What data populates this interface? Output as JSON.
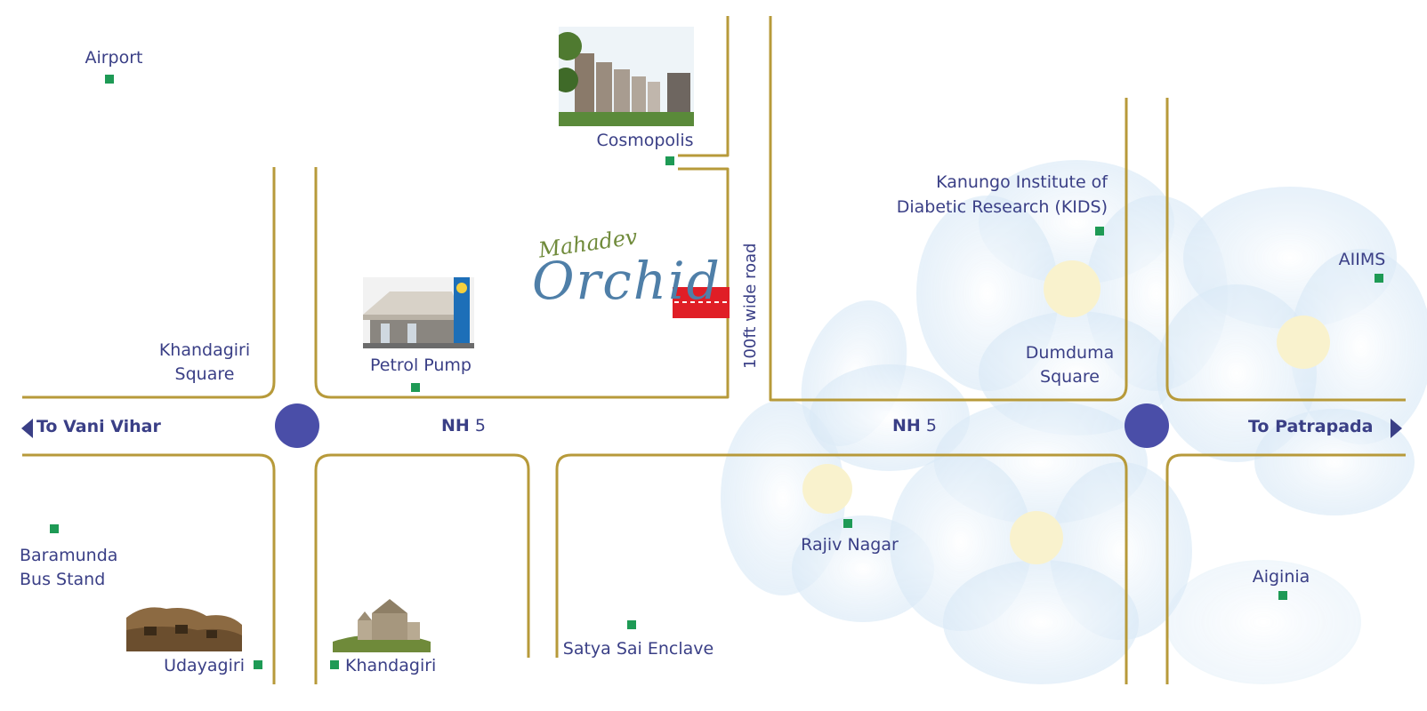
{
  "colors": {
    "road": "#b79a3a",
    "roundabout": "#4a4ea8",
    "marker": "#1e9a55",
    "label": "#3a3f86",
    "project_site": "#e01e26"
  },
  "highway": {
    "prefix": "NH",
    "number": "5"
  },
  "directions": {
    "west": "To Vani Vihar",
    "east": "To Patrapada"
  },
  "road_100ft": "100ft wide road",
  "logo": {
    "top": "Mahadev",
    "main": "Orchid"
  },
  "places": {
    "airport": "Airport",
    "cosmopolis": "Cosmopolis",
    "kids_line1": "Kanungo Institute of",
    "kids_line2": "Diabetic Research (KIDS)",
    "aiims": "AIIMS",
    "khandagiri_sq_line1": "Khandagiri",
    "khandagiri_sq_line2": "Square",
    "petrol_pump": "Petrol Pump",
    "dumduma_line1": "Dumduma",
    "dumduma_line2": "Square",
    "baramunda_line1": "Baramunda",
    "baramunda_line2": "Bus Stand",
    "udayagiri": "Udayagiri",
    "khandagiri": "Khandagiri",
    "satya_sai": "Satya Sai Enclave",
    "rajiv_nagar": "Rajiv Nagar",
    "aiginia": "Aiginia"
  },
  "icons": {
    "marker": "green-square-marker-icon",
    "roundabout": "roundabout-circle-icon",
    "arrow_left": "triangle-left-icon",
    "arrow_right": "triangle-right-icon"
  }
}
